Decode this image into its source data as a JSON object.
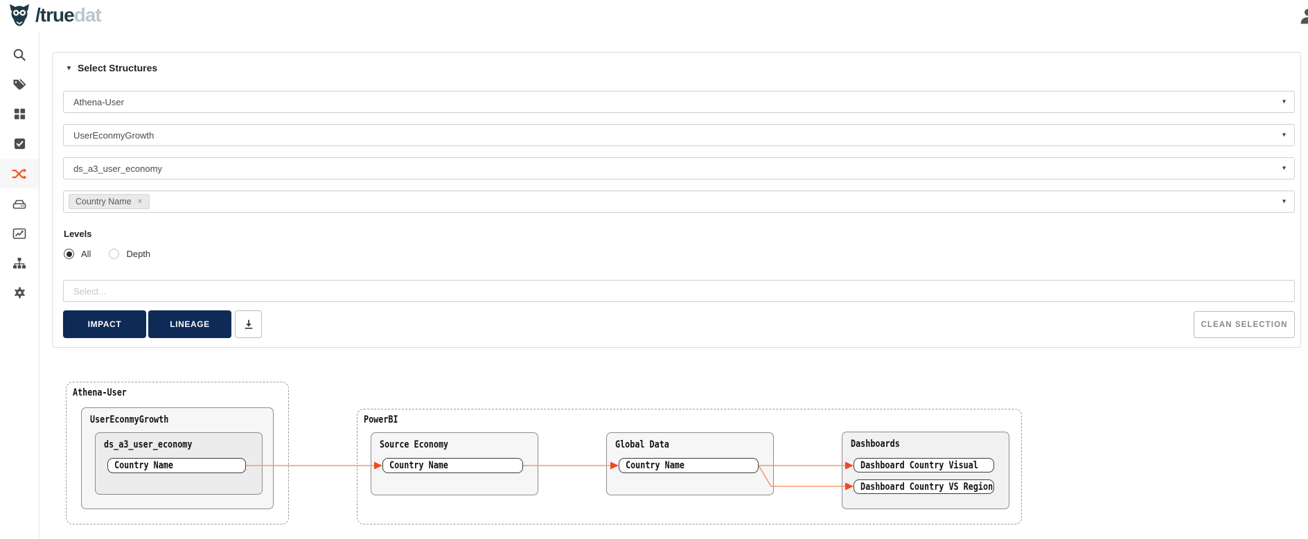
{
  "header": {
    "logo_prefix": "/true",
    "logo_suffix": "dat"
  },
  "icons": {
    "caret_down": "▾",
    "collapse_caret": "▾",
    "close": "✕"
  },
  "sidebar": {
    "items": [
      {
        "icon": "search-icon",
        "active": false
      },
      {
        "icon": "tags-icon",
        "active": false
      },
      {
        "icon": "grid-icon",
        "active": false
      },
      {
        "icon": "check-square-icon",
        "active": false
      },
      {
        "icon": "shuffle-icon",
        "active": true
      },
      {
        "icon": "drive-icon",
        "active": false
      },
      {
        "icon": "chart-line-icon",
        "active": false
      },
      {
        "icon": "sitemap-icon",
        "active": false
      },
      {
        "icon": "gear-icon",
        "active": false
      }
    ]
  },
  "panel": {
    "title": "Select Structures",
    "selects": [
      {
        "value": "Athena-User"
      },
      {
        "value": "UserEconmyGrowth"
      },
      {
        "value": "ds_a3_user_economy"
      }
    ],
    "tag_select": {
      "tags": [
        "Country Name"
      ]
    },
    "levels": {
      "label": "Levels",
      "options": [
        {
          "label": "All",
          "selected": true
        },
        {
          "label": "Depth",
          "selected": false
        }
      ]
    },
    "depth_select": {
      "placeholder": "Select..."
    },
    "buttons": {
      "impact": "IMPACT",
      "lineage": "LINEAGE",
      "clean": "CLEAN SELECTION"
    }
  },
  "graph": {
    "athena": {
      "label": "Athena-User",
      "group": "UserEconmyGrowth",
      "table": "ds_a3_user_economy",
      "node": "Country Name"
    },
    "powerbi": {
      "label": "PowerBI",
      "source_economy": {
        "label": "Source Economy",
        "node": "Country Name"
      },
      "global_data": {
        "label": "Global Data",
        "node": "Country Name"
      },
      "dashboards": {
        "label": "Dashboards",
        "nodes": [
          "Dashboard Country Visual",
          "Dashboard Country VS Region"
        ]
      }
    }
  },
  "colors": {
    "primary_navy": "#0e2a56",
    "accent_orange": "#f0561d",
    "edge_line": "#f29b72",
    "edge_arrow": "#f1491f",
    "logo_dark": "#1e3947",
    "logo_light": "#b8c7d2"
  }
}
